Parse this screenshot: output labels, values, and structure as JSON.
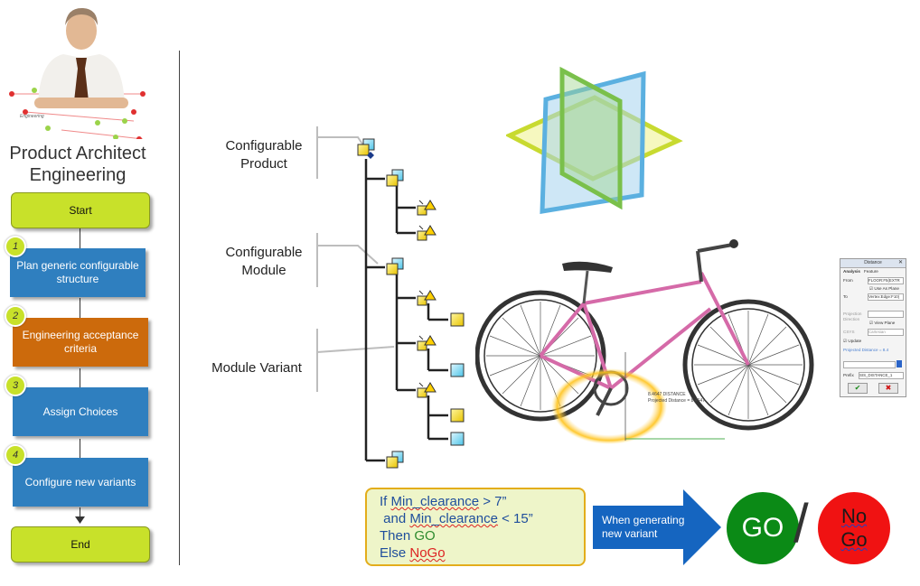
{
  "persona": {
    "title_line1": "Product Architect",
    "title_line2": "Engineering",
    "diagram_word": "Engineering"
  },
  "workflow": {
    "start": "Start",
    "end": "End",
    "steps": [
      {
        "num": "1",
        "label": "Plan generic configurable structure",
        "color": "#2f7fbf"
      },
      {
        "num": "2",
        "label": "Engineering acceptance criteria",
        "color": "#cc6a0c"
      },
      {
        "num": "3",
        "label": "Assign Choices",
        "color": "#2f7fbf"
      },
      {
        "num": "4",
        "label": "Configure new variants",
        "color": "#2f7fbf"
      }
    ]
  },
  "tree_labels": {
    "product_line1": "Configurable",
    "product_line2": "Product",
    "module_line1": "Configurable",
    "module_line2": "Module",
    "variant": "Module Variant"
  },
  "rule": {
    "if_kw": "If",
    "var1": "Min_clearance",
    "cond1": "> 7”",
    "and_kw": "and",
    "var2": "Min_clearance",
    "cond2": "< 15”",
    "then_kw": "Then",
    "then_val": "GO",
    "else_kw": "Else",
    "else_val": "NoGo"
  },
  "arrow": {
    "line1": "When generating",
    "line2": "new variant"
  },
  "outcomes": {
    "go": "GO",
    "nogo_line1": "No",
    "nogo_line2": "Go",
    "separator": "/"
  },
  "bike_annotation": {
    "line1": "8.4647 DISTANCE",
    "line2": "Projected Distance = 8.4647"
  },
  "dialog": {
    "title": "Distance",
    "tabs": [
      "Analysis",
      "Feature"
    ],
    "from_label": "From",
    "from_value": "FLOOR:F5(EXTR",
    "use_as_plane": "Use As Plane",
    "to_label": "To",
    "to_value": "Vertex:Edge:F10(",
    "projection_label": "Projection Direction",
    "view_plane": "View Plane",
    "csys_label": "CSYS",
    "csys_value": "Cartesian",
    "update": "Update",
    "result": "Projected Distance = 8.4",
    "prefix_label": "Prefix",
    "prefix_value": "SIS_DISTANCE_1",
    "ok_icon": "check-icon",
    "cancel_icon": "close-icon"
  },
  "colors": {
    "lime": "#c8e12a",
    "blue_step": "#2f7fbf",
    "orange_step": "#cc6a0c",
    "rule_bg": "#eef5c9",
    "rule_border": "#e3ad1b",
    "arrow_blue": "#1565c0",
    "go_green": "#0b8a16",
    "nogo_red": "#f01212"
  }
}
